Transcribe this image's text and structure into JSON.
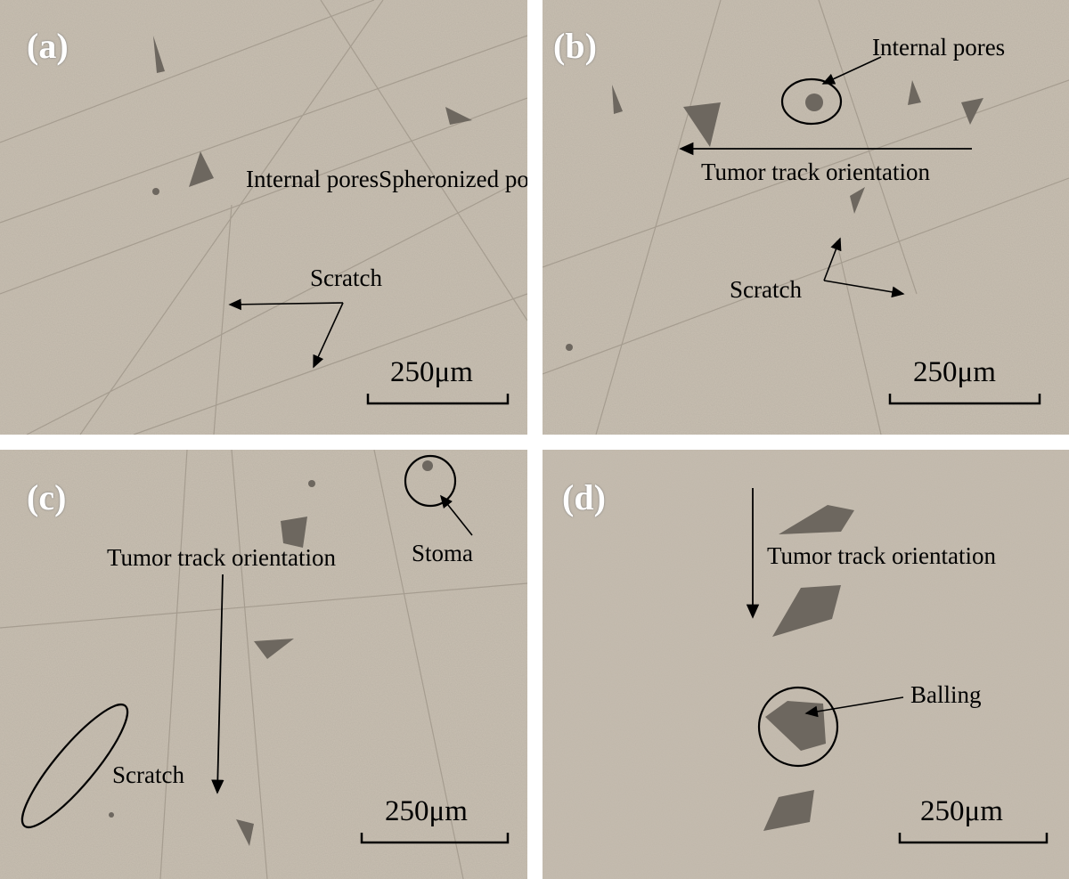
{
  "panels": {
    "a": {
      "label": "(a)",
      "annotations": {
        "mixed": "Internal poresSpheronized powder",
        "scratch": "Scratch"
      },
      "scale": "250μm"
    },
    "b": {
      "label": "(b)",
      "annotations": {
        "pores": "Internal pores",
        "track": "Tumor track orientation",
        "scratch": "Scratch"
      },
      "scale": "250μm"
    },
    "c": {
      "label": "(c)",
      "annotations": {
        "track": "Tumor track orientation",
        "stoma": "Stoma",
        "scratch": "Scratch"
      },
      "scale": "250μm"
    },
    "d": {
      "label": "(d)",
      "annotations": {
        "track": "Tumor track orientation",
        "balling": "Balling"
      },
      "scale": "250μm"
    }
  },
  "colors": {
    "surface": "#c9c0b2",
    "surface_d": "#c6bdb0",
    "defect": "#6d675f",
    "ink": "#000000",
    "label": "#ffffff"
  }
}
